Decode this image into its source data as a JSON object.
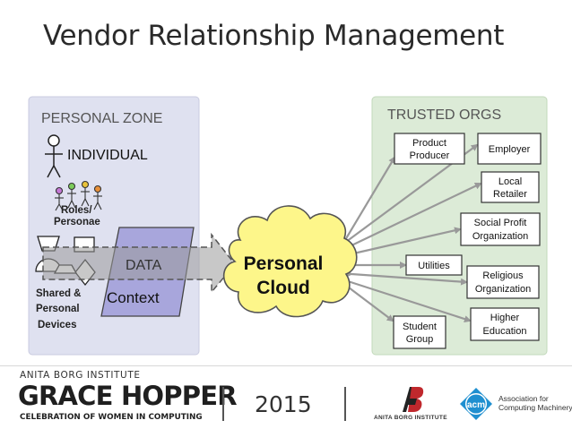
{
  "slide": {
    "title": "Vendor Relationship Management"
  },
  "personal_zone": {
    "heading": "PERSONAL ZONE",
    "individual": "INDIVIDUAL",
    "roles_line1": "Roles/",
    "roles_line2": "Personae",
    "devices_line1": "Shared &",
    "devices_line2": "Personal",
    "devices_line3": "Devices",
    "data_label": "DATA",
    "context_label": "Context"
  },
  "cloud": {
    "line1": "Personal",
    "line2": "Cloud"
  },
  "trusted_orgs": {
    "heading": "TRUSTED ORGS",
    "orgs": [
      {
        "line1": "Product",
        "line2": "Producer"
      },
      {
        "line1": "Employer",
        "line2": ""
      },
      {
        "line1": "Local",
        "line2": "Retailer"
      },
      {
        "line1": "Social Profit",
        "line2": "Organization"
      },
      {
        "line1": "Utilities",
        "line2": ""
      },
      {
        "line1": "Religious",
        "line2": "Organization"
      },
      {
        "line1": "Student",
        "line2": "Group"
      },
      {
        "line1": "Higher",
        "line2": "Education"
      }
    ]
  },
  "footer": {
    "institute_small": "ANITA BORG INSTITUTE",
    "grace_hopper": "GRACE HOPPER",
    "celebration": "CELEBRATION OF WOMEN IN COMPUTING",
    "year": "2015",
    "abi_logo_text": "ANITA BORG INSTITUTE",
    "acm_badge": "acm",
    "acm_line1": "Association for",
    "acm_line2": "Computing Machinery"
  },
  "colors": {
    "personal_zone_bg": "#dfe1f0",
    "trusted_orgs_bg": "#dcebd7",
    "cloud_fill": "#fdf68a",
    "context_fill": "#a8a6dc",
    "arrow_gray": "#999999",
    "acm_blue": "#1f8fd0"
  }
}
